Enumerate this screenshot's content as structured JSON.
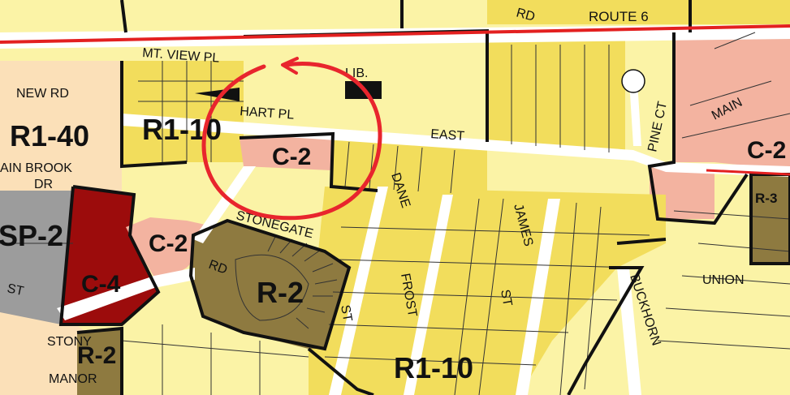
{
  "colors": {
    "residential_yellow": "#f2dd5c",
    "residential_light": "#fbf3a6",
    "rural_beige": "#fbe0b8",
    "commercial_pink": "#f3b3a0",
    "commercial_dark": "#9c0c0c",
    "special_gray": "#9c9c9c",
    "r2_brown": "#8e7a40",
    "route_red": "#e32020",
    "annotation_circle": "#e8252d",
    "boundary_black": "#111111"
  },
  "route_labels": {
    "route": "ROUTE 6",
    "rd": "RD"
  },
  "streets": {
    "mt_view_pl": "MT. VIEW PL",
    "new_rd": "NEW RD",
    "hart_pl": "HART PL",
    "lib": "LIB.",
    "east": "EAST",
    "main": "MAIN",
    "pine_ct": "PINE CT",
    "brook_line1": "AIN BROOK",
    "brook_line2": "DR",
    "stonegate": "STONEGATE",
    "rd_small": "RD",
    "st_left": "ST",
    "dane": "DANE",
    "frost": "FROST",
    "james": "JAMES",
    "st_james": "ST",
    "st_stonegate": "ST",
    "buckhorn": "BUCKHORN",
    "union": "UNION",
    "stony": "STONY",
    "manor": "MANOR"
  },
  "zones": {
    "r1_40": "R1-40",
    "r1_10_top": "R1-10",
    "c2_center": "C-2",
    "c2_right": "C-2",
    "sp2": "SP-2",
    "c4": "C-4",
    "c2_left": "C-2",
    "r2_center": "R-2",
    "r3": "R-3",
    "r2_bottom": "R-2",
    "r1_10_bottom": "R1-10"
  }
}
